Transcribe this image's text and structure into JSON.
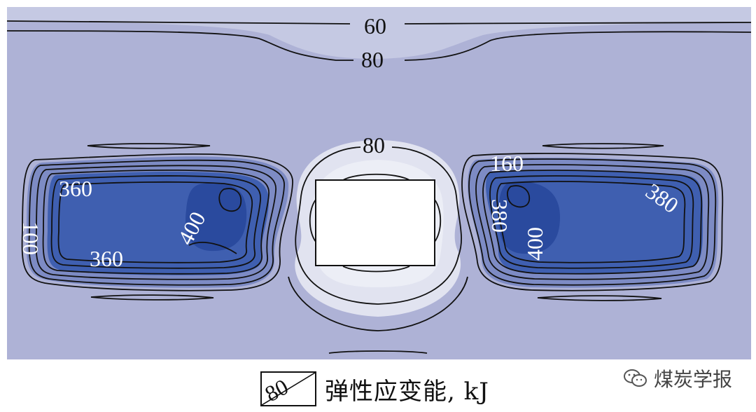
{
  "chart_data": {
    "type": "contour",
    "title": "",
    "xlabel": "",
    "ylabel": "",
    "legend": {
      "sample_value": "80",
      "title": "弹性应变能, kJ"
    },
    "contour_labels": [
      {
        "id": "top-60",
        "text": "60"
      },
      {
        "id": "top-80",
        "text": "80"
      },
      {
        "id": "mid-80",
        "text": "80"
      },
      {
        "id": "left-360-a",
        "text": "360"
      },
      {
        "id": "left-360-b",
        "text": "360"
      },
      {
        "id": "left-400",
        "text": "400"
      },
      {
        "id": "left-100",
        "text": "100"
      },
      {
        "id": "right-160",
        "text": "160"
      },
      {
        "id": "right-380-a",
        "text": "380"
      },
      {
        "id": "right-380-b",
        "text": "380"
      },
      {
        "id": "right-400",
        "text": "400"
      }
    ],
    "colors": {
      "background_field": "#aeb2d6",
      "top_band": "#c5c9e3",
      "center_light": "#e2e4f1",
      "high_zone": "#2d4ea0",
      "peak_zone": "#1e3f91",
      "contour_line": "#111111"
    }
  },
  "watermark": {
    "text": "煤炭学报",
    "icon": "wechat-icon"
  }
}
